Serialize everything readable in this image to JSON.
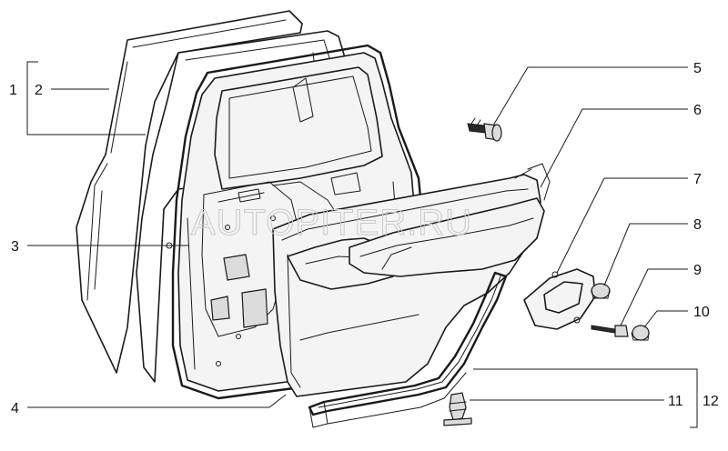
{
  "watermark": "AUTOPITER.RU",
  "callouts": [
    "1",
    "2",
    "3",
    "4",
    "5",
    "6",
    "7",
    "8",
    "9",
    "10",
    "11",
    "12"
  ]
}
